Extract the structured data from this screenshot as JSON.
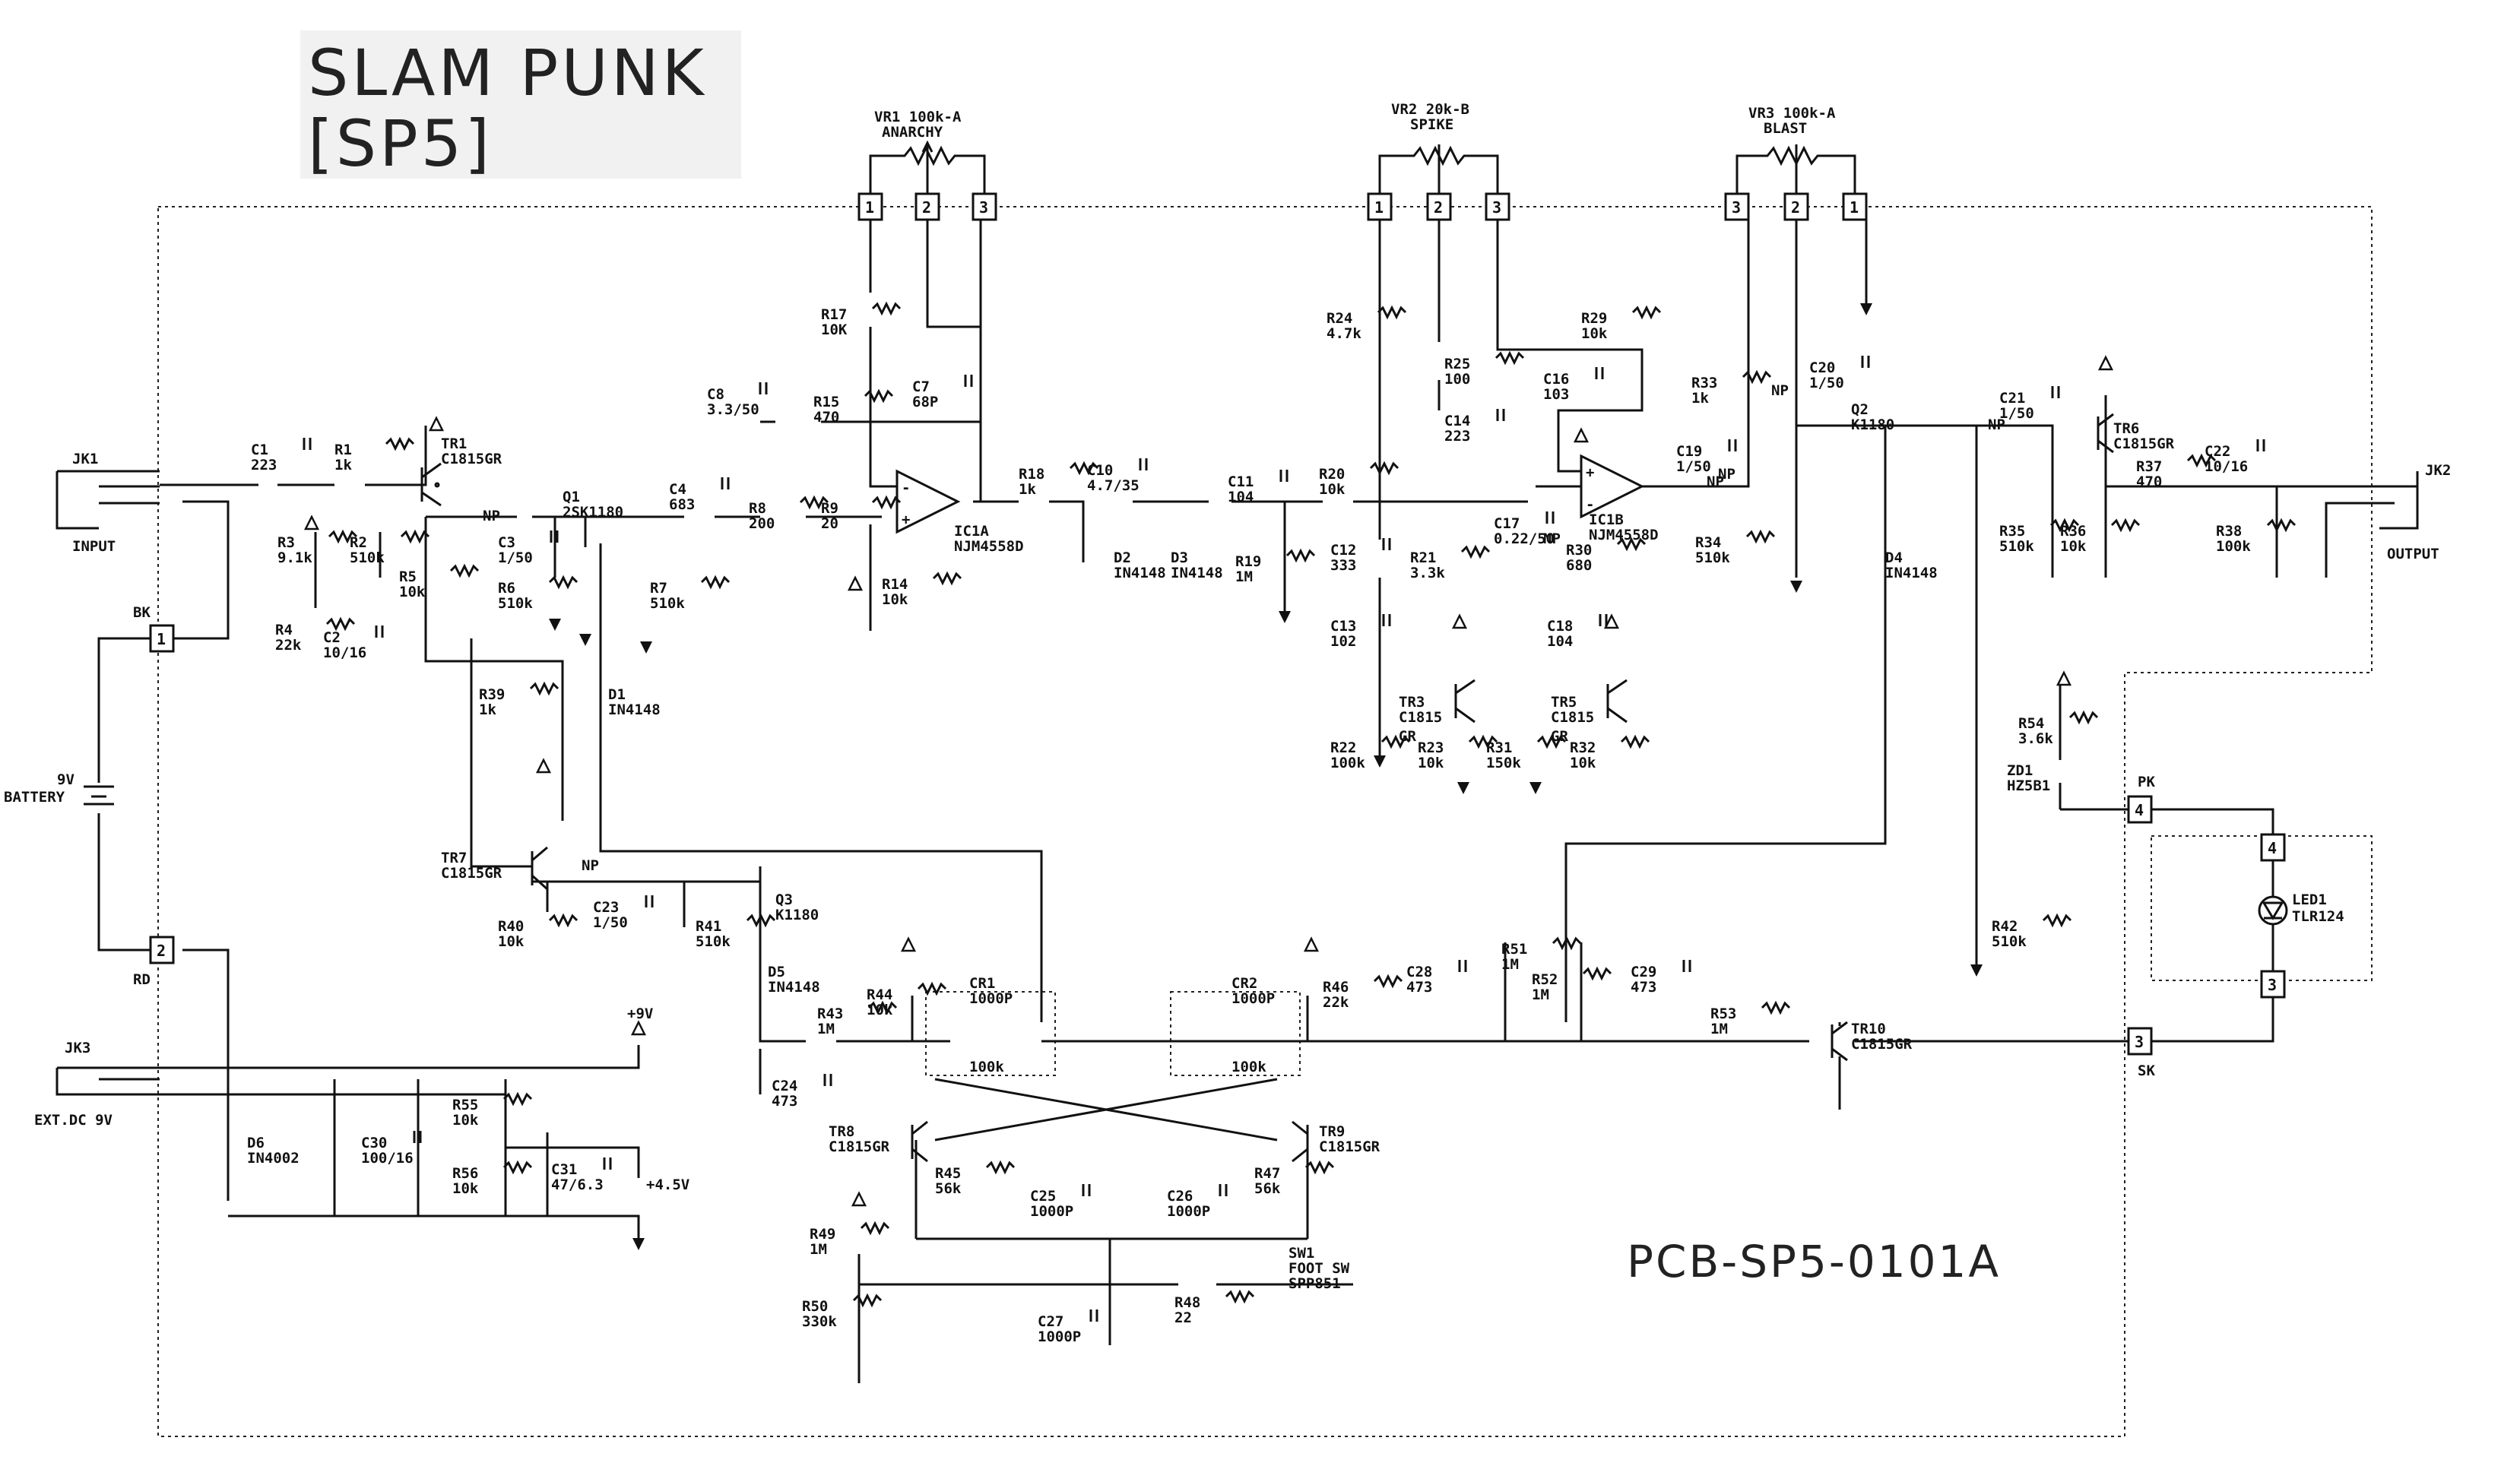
{
  "title": {
    "line1": "SLAM PUNK",
    "line2": "[SP5]"
  },
  "pcb_label": "PCB-SP5-0101A",
  "pots": [
    {
      "ref": "VR1 100k-A",
      "name": "ANARCHY",
      "pins": [
        "1",
        "2",
        "3"
      ]
    },
    {
      "ref": "VR2 20k-B",
      "name": "SPIKE",
      "pins": [
        "1",
        "2",
        "3"
      ]
    },
    {
      "ref": "VR3 100k-A",
      "name": "BLAST",
      "pins": [
        "3",
        "2",
        "1"
      ]
    }
  ],
  "jacks": {
    "jk1": "JK1",
    "input": "INPUT",
    "jk2": "JK2",
    "output": "OUTPUT",
    "jk3": "JK3",
    "ext": "EXT.DC 9V"
  },
  "battery": {
    "label": "9V",
    "label2": "BATTERY",
    "bk": "BK",
    "rd": "RD",
    "pin1": "1",
    "pin2": "2"
  },
  "rails": {
    "v9": "+9V",
    "v45": "+4.5V"
  },
  "led": {
    "pk": "PK",
    "sk": "SK",
    "pin4": "4",
    "pin3": "3",
    "name": "LED1",
    "part": "TLR124"
  },
  "components": [
    {
      "id": "C1",
      "l1": "C1",
      "l2": "223"
    },
    {
      "id": "R1",
      "l1": "R1",
      "l2": "1k"
    },
    {
      "id": "TR1",
      "l1": "TR1",
      "l2": "C1815GR"
    },
    {
      "id": "R3",
      "l1": "R3",
      "l2": "9.1k"
    },
    {
      "id": "R2",
      "l1": "R2",
      "l2": "510k"
    },
    {
      "id": "R4",
      "l1": "R4",
      "l2": "22k"
    },
    {
      "id": "C2",
      "l1": "C2",
      "l2": "10/16"
    },
    {
      "id": "R5",
      "l1": "R5",
      "l2": "10k"
    },
    {
      "id": "C3",
      "l1": "C3",
      "l2": "1/50"
    },
    {
      "id": "R6",
      "l1": "R6",
      "l2": "510k"
    },
    {
      "id": "Q1",
      "l1": "Q1",
      "l2": "2SK1180"
    },
    {
      "id": "R7",
      "l1": "R7",
      "l2": "510k"
    },
    {
      "id": "C4",
      "l1": "C4",
      "l2": "683"
    },
    {
      "id": "R8",
      "l1": "R8",
      "l2": "200"
    },
    {
      "id": "R9",
      "l1": "R9",
      "l2": "20"
    },
    {
      "id": "C8",
      "l1": "C8",
      "l2": "3.3/50"
    },
    {
      "id": "R15",
      "l1": "R15",
      "l2": "470"
    },
    {
      "id": "R17",
      "l1": "R17",
      "l2": "10K"
    },
    {
      "id": "C7",
      "l1": "C7",
      "l2": "68P"
    },
    {
      "id": "IC1A",
      "l1": "IC1A",
      "l2": "NJM4558D"
    },
    {
      "id": "R14",
      "l1": "R14",
      "l2": "10k"
    },
    {
      "id": "R18",
      "l1": "R18",
      "l2": "1k"
    },
    {
      "id": "C10",
      "l1": "C10",
      "l2": "4.7/35"
    },
    {
      "id": "D2",
      "l1": "D2",
      "l2": "IN4148"
    },
    {
      "id": "D3",
      "l1": "D3",
      "l2": "IN4148"
    },
    {
      "id": "C11",
      "l1": "C11",
      "l2": "104"
    },
    {
      "id": "R19",
      "l1": "R19",
      "l2": "1M"
    },
    {
      "id": "R20",
      "l1": "R20",
      "l2": "10k"
    },
    {
      "id": "R24",
      "l1": "R24",
      "l2": "4.7k"
    },
    {
      "id": "R25",
      "l1": "R25",
      "l2": "100"
    },
    {
      "id": "C14",
      "l1": "C14",
      "l2": "223"
    },
    {
      "id": "C12",
      "l1": "C12",
      "l2": "333"
    },
    {
      "id": "R21",
      "l1": "R21",
      "l2": "3.3k"
    },
    {
      "id": "C13",
      "l1": "C13",
      "l2": "102"
    },
    {
      "id": "TR3",
      "l1": "TR3",
      "l2": "C1815"
    },
    {
      "id": "R22",
      "l1": "R22",
      "l2": "100k"
    },
    {
      "id": "R23",
      "l1": "R23",
      "l2": "10k"
    },
    {
      "id": "R29",
      "l1": "R29",
      "l2": "10k"
    },
    {
      "id": "C16",
      "l1": "C16",
      "l2": "103"
    },
    {
      "id": "IC1B",
      "l1": "IC1B",
      "l2": "NJM4558D"
    },
    {
      "id": "C17",
      "l1": "C17",
      "l2": "0.22/50"
    },
    {
      "id": "R30",
      "l1": "R30",
      "l2": "680"
    },
    {
      "id": "C18",
      "l1": "C18",
      "l2": "104"
    },
    {
      "id": "TR5",
      "l1": "TR5",
      "l2": "C1815"
    },
    {
      "id": "R31",
      "l1": "R31",
      "l2": "150k"
    },
    {
      "id": "R32",
      "l1": "R32",
      "l2": "10k"
    },
    {
      "id": "C19",
      "l1": "C19",
      "l2": "1/50"
    },
    {
      "id": "R33",
      "l1": "R33",
      "l2": "1k"
    },
    {
      "id": "C20",
      "l1": "C20",
      "l2": "1/50"
    },
    {
      "id": "R34",
      "l1": "R34",
      "l2": "510k"
    },
    {
      "id": "Q2",
      "l1": "Q2",
      "l2": "K1180"
    },
    {
      "id": "D4",
      "l1": "D4",
      "l2": "IN4148"
    },
    {
      "id": "C21",
      "l1": "C21",
      "l2": "1/50"
    },
    {
      "id": "TR6",
      "l1": "TR6",
      "l2": "C1815GR"
    },
    {
      "id": "R37",
      "l1": "R37",
      "l2": "470"
    },
    {
      "id": "C22",
      "l1": "C22",
      "l2": "10/16"
    },
    {
      "id": "R35",
      "l1": "R35",
      "l2": "510k"
    },
    {
      "id": "R36",
      "l1": "R36",
      "l2": "10k"
    },
    {
      "id": "R38",
      "l1": "R38",
      "l2": "100k"
    },
    {
      "id": "R39",
      "l1": "R39",
      "l2": "1k"
    },
    {
      "id": "D1",
      "l1": "D1",
      "l2": "IN4148"
    },
    {
      "id": "TR7",
      "l1": "TR7",
      "l2": "C1815GR"
    },
    {
      "id": "C23",
      "l1": "C23",
      "l2": "1/50"
    },
    {
      "id": "R40",
      "l1": "R40",
      "l2": "10k"
    },
    {
      "id": "R41",
      "l1": "R41",
      "l2": "510k"
    },
    {
      "id": "Q3",
      "l1": "Q3",
      "l2": "K1180"
    },
    {
      "id": "D5",
      "l1": "D5",
      "l2": "IN4148"
    },
    {
      "id": "R43",
      "l1": "R43",
      "l2": "1M"
    },
    {
      "id": "C24",
      "l1": "C24",
      "l2": "473"
    },
    {
      "id": "R44",
      "l1": "R44",
      "l2": "10k"
    },
    {
      "id": "CR1",
      "l1": "CR1",
      "l2": "1000P"
    },
    {
      "id": "CR1R",
      "l1": "100k",
      "l2": ""
    },
    {
      "id": "CR2",
      "l1": "CR2",
      "l2": "1000P"
    },
    {
      "id": "CR2R",
      "l1": "100k",
      "l2": ""
    },
    {
      "id": "R46",
      "l1": "R46",
      "l2": "22k"
    },
    {
      "id": "TR8",
      "l1": "TR8",
      "l2": "C1815GR"
    },
    {
      "id": "TR9",
      "l1": "TR9",
      "l2": "C1815GR"
    },
    {
      "id": "R45",
      "l1": "R45",
      "l2": "56k"
    },
    {
      "id": "C25",
      "l1": "C25",
      "l2": "1000P"
    },
    {
      "id": "C26",
      "l1": "C26",
      "l2": "1000P"
    },
    {
      "id": "R47",
      "l1": "R47",
      "l2": "56k"
    },
    {
      "id": "R49",
      "l1": "R49",
      "l2": "1M"
    },
    {
      "id": "R50",
      "l1": "R50",
      "l2": "330k"
    },
    {
      "id": "C27",
      "l1": "C27",
      "l2": "1000P"
    },
    {
      "id": "R48",
      "l1": "R48",
      "l2": "22"
    },
    {
      "id": "SW1",
      "l1": "SW1",
      "l2": "FOOT SW",
      "l3": "SPP851"
    },
    {
      "id": "C28",
      "l1": "C28",
      "l2": "473"
    },
    {
      "id": "R51",
      "l1": "R51",
      "l2": "1M"
    },
    {
      "id": "R52",
      "l1": "R52",
      "l2": "1M"
    },
    {
      "id": "C29",
      "l1": "C29",
      "l2": "473"
    },
    {
      "id": "R53",
      "l1": "R53",
      "l2": "1M"
    },
    {
      "id": "TR10",
      "l1": "TR10",
      "l2": "C1815GR"
    },
    {
      "id": "R42",
      "l1": "R42",
      "l2": "510k"
    },
    {
      "id": "R54",
      "l1": "R54",
      "l2": "3.6k"
    },
    {
      "id": "ZD1",
      "l1": "ZD1",
      "l2": "HZ5B1"
    },
    {
      "id": "D6",
      "l1": "D6",
      "l2": "IN4002"
    },
    {
      "id": "C30",
      "l1": "C30",
      "l2": "100/16"
    },
    {
      "id": "R55",
      "l1": "R55",
      "l2": "10k"
    },
    {
      "id": "R56",
      "l1": "R56",
      "l2": "10k"
    },
    {
      "id": "C31",
      "l1": "C31",
      "l2": "47/6.3"
    }
  ],
  "np_marks": [
    "NP",
    "NP",
    "NP",
    "NP",
    "NP",
    "NP",
    "NP"
  ],
  "gr_marks": [
    "GR",
    "GR"
  ]
}
